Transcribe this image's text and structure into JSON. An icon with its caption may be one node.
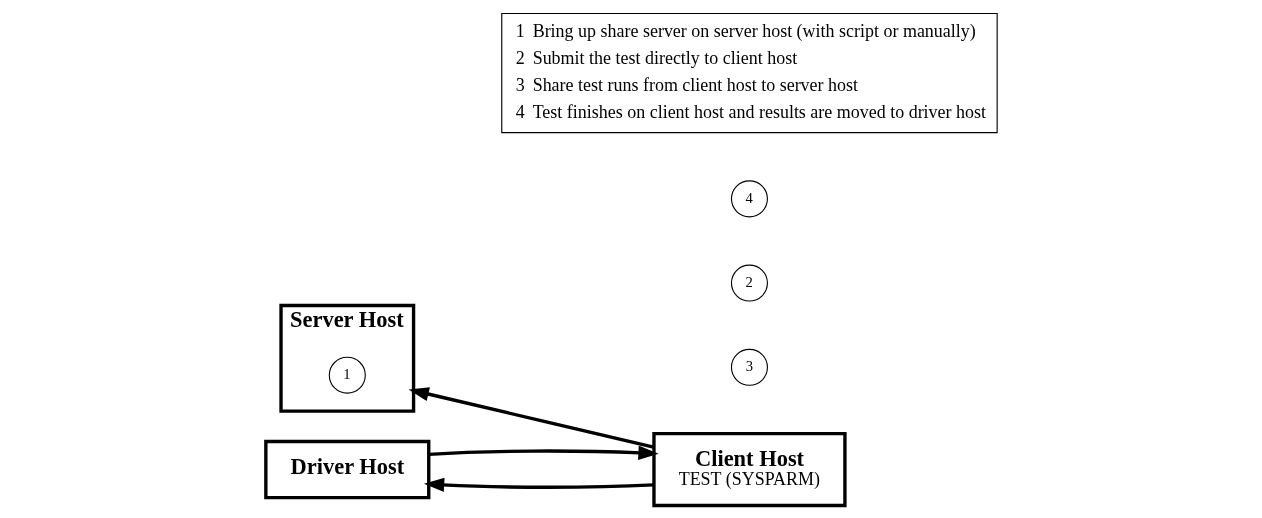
{
  "diagram": {
    "nodes": [
      {
        "text": [
          "Server Host"
        ]
      },
      {
        "text": [
          "1"
        ],
        "in": 0
      },
      {
        "text": [
          "3"
        ]
      },
      {
        "text": [
          "Client Host",
          "TEST (SYSPARM)"
        ]
      },
      {
        "text": [
          "2"
        ]
      },
      {
        "text": [
          "4"
        ]
      },
      {
        "text": [
          "Driver Host"
        ]
      },
      {
        "text": [
          "1",
          "Bring up share server on server host (with script or manually)",
          "2",
          "Submit the test directly to client host",
          "3",
          "Share test runs from client host to server host",
          "4",
          "Test finishes on client host and results are moved to driver host"
        ]
      }
    ],
    "edges": [
      {
        "from": 3,
        "to": 0,
        "arrow": "to"
      },
      {
        "from": 6,
        "to": 3,
        "arrow": "to"
      },
      {
        "from": 3,
        "to": 6,
        "arrow": "to"
      }
    ]
  }
}
